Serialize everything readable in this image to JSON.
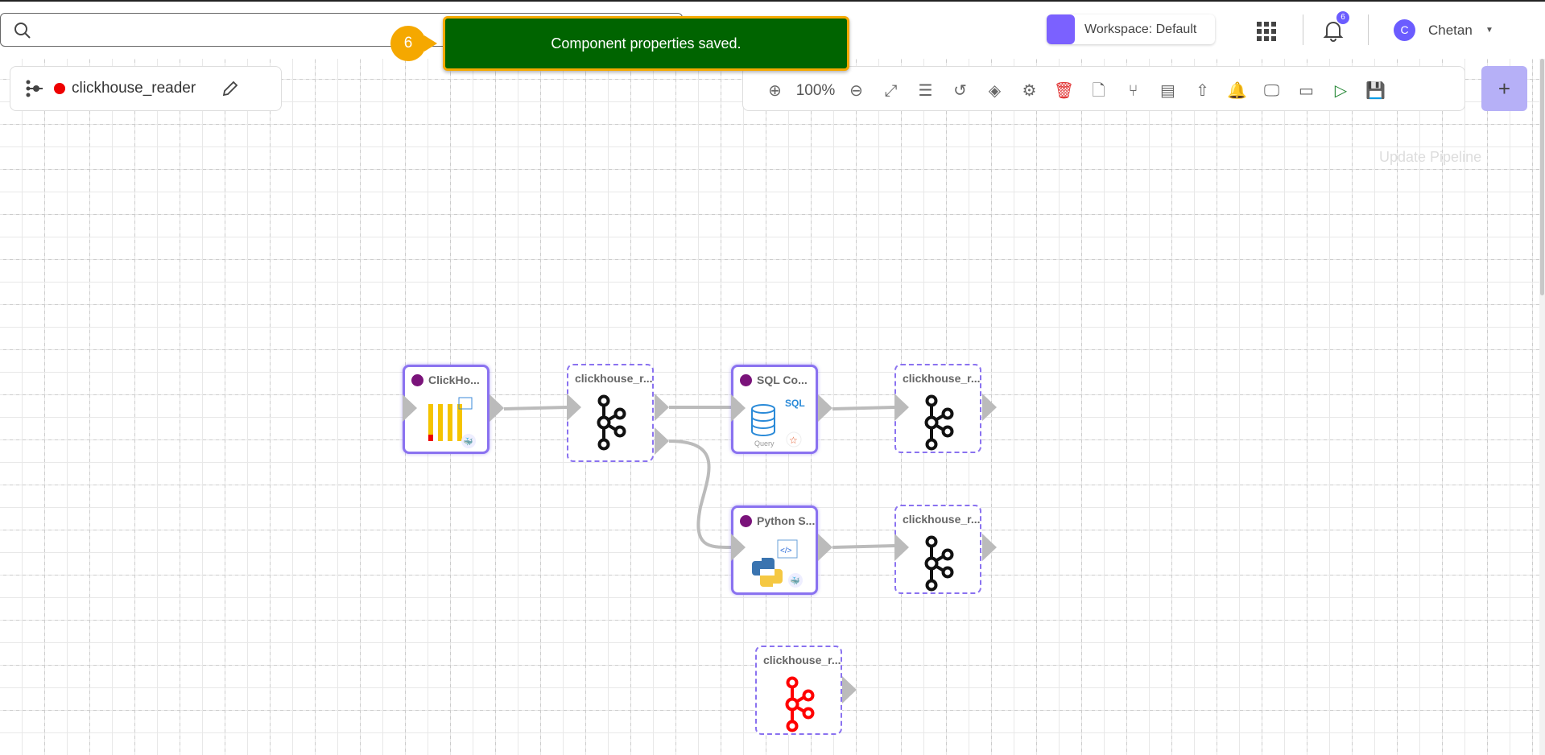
{
  "header": {
    "search_placeholder": "",
    "workspace_label": "Workspace: Default",
    "notification_count": "6",
    "user_initial": "C",
    "user_name": "Chetan"
  },
  "toast": {
    "message": "Component properties saved.",
    "step_number": "6"
  },
  "pipeline": {
    "name": "clickhouse_reader",
    "status_color": "#e00000"
  },
  "toolbar": {
    "zoom_level": "100%",
    "update_label": "Update Pipeline"
  },
  "nodes": [
    {
      "title": "ClickHo...",
      "type": "component"
    },
    {
      "title": "clickhouse_r...",
      "type": "kafka-event"
    },
    {
      "title": "SQL Co...",
      "type": "component",
      "icon_text": "SQL",
      "icon_sub": "Query"
    },
    {
      "title": "clickhouse_r...",
      "type": "kafka-event"
    },
    {
      "title": "Python S...",
      "type": "component"
    },
    {
      "title": "clickhouse_r...",
      "type": "kafka-event"
    },
    {
      "title": "clickhouse_r...",
      "type": "kafka-event"
    }
  ],
  "colors": {
    "accent": "#7b61ff",
    "toast": "#006400",
    "step": "#f5a800",
    "node_border": "#8a72f0"
  }
}
